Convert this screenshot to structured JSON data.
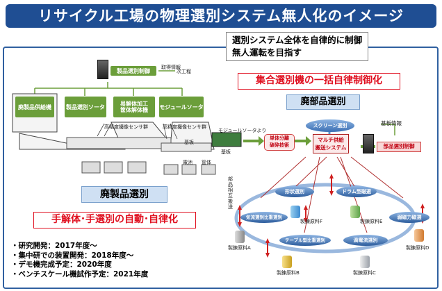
{
  "title": "リサイクル工場の物理選別システム無人化のイメージ",
  "callout": {
    "line1": "選別システム全体を自律的に制御",
    "line2": "無人運転を目指す"
  },
  "left": {
    "server_label": "製品選別制御",
    "acquire_info": "取得情報",
    "next_process": "次工程",
    "stations": [
      "廃製品供給機",
      "製品選別ソータ",
      "易解体加工\n筐体解体機",
      "モジュールソータ"
    ],
    "sensors": [
      "高精度撮像センサ群",
      "高精度撮像センサ群"
    ],
    "parts": [
      "基板",
      "電池",
      "筐体"
    ],
    "section_title": "廃製品選別",
    "automation": "手解体･手選別の自動･自律化"
  },
  "right": {
    "automation": "集合選別機の一括自律制御化",
    "section_title": "廃部品選別",
    "module_sorter_note": "モジュールソータより",
    "board": "基板",
    "single_sep": "単体分離\n破砕技術",
    "multi_supply": "マルチ供給\n搬送システム",
    "screen_sort": "スクリーン選別",
    "base_info": "基板情報",
    "parts_control": "部品選別制御",
    "parts_connect_label": "部品相互搬送",
    "machines": {
      "shape": "形状選別",
      "drum": "ドラム型磁選",
      "airflow": "気流選別比重選別",
      "weak_mag": "弱磁力磁選",
      "table": "テーブル型比重選別",
      "eddy": "渦電流選別"
    },
    "products": {
      "A": "製錬原料A",
      "B": "製錬原料B",
      "C": "製錬原料C",
      "D": "製錬原料D",
      "E": "製錬原料E",
      "F": "製錬原料F"
    }
  },
  "schedule": [
    "・研究開発：2017年度〜",
    "・集中研での装置開発：2018年度〜",
    "・デモ機完成予定：2020年度",
    "・ベンチスケール機試作予定：2021年度"
  ],
  "colors": {
    "title_bg": "#1f4e93",
    "accent_red": "#e01020",
    "station_green": "#6b9e3a",
    "section_blue": "#cfe0f3"
  }
}
